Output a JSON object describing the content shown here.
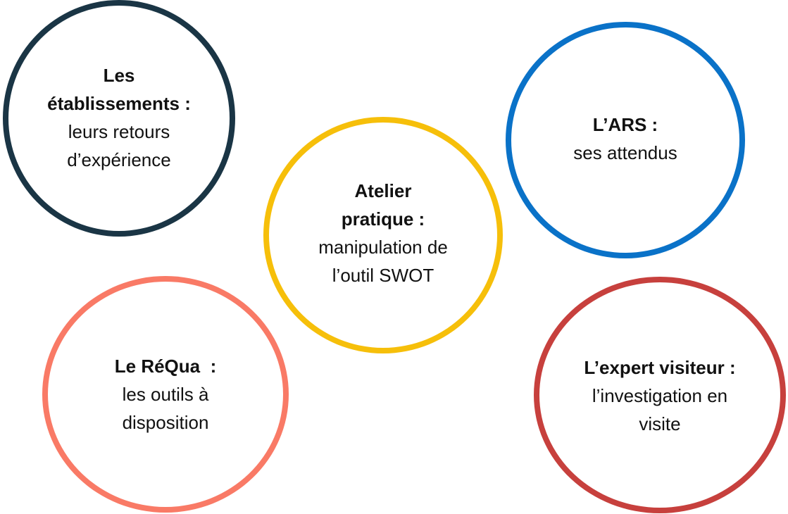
{
  "nodes": [
    {
      "id": "etablissements",
      "title_lines": [
        "Les",
        "établissements :"
      ],
      "desc_lines": [
        "leurs retours",
        "d’expérience"
      ],
      "color": "#1a3545"
    },
    {
      "id": "ars",
      "title_lines": [
        "L’ARS :"
      ],
      "desc_lines": [
        "ses attendus"
      ],
      "color": "#0a72c8"
    },
    {
      "id": "atelier",
      "title_lines": [
        "Atelier",
        "pratique :"
      ],
      "desc_lines": [
        "manipulation de",
        "l’outil SWOT"
      ],
      "color": "#f6bf0a"
    },
    {
      "id": "requa",
      "title_lines": [
        "Le RéQua  :"
      ],
      "desc_lines": [
        "les outils à",
        "disposition"
      ],
      "color": "#f97a66"
    },
    {
      "id": "expert",
      "title_lines": [
        "L’expert visiteur :"
      ],
      "desc_lines": [
        "l’investigation en",
        "visite"
      ],
      "color": "#c7403d"
    }
  ]
}
